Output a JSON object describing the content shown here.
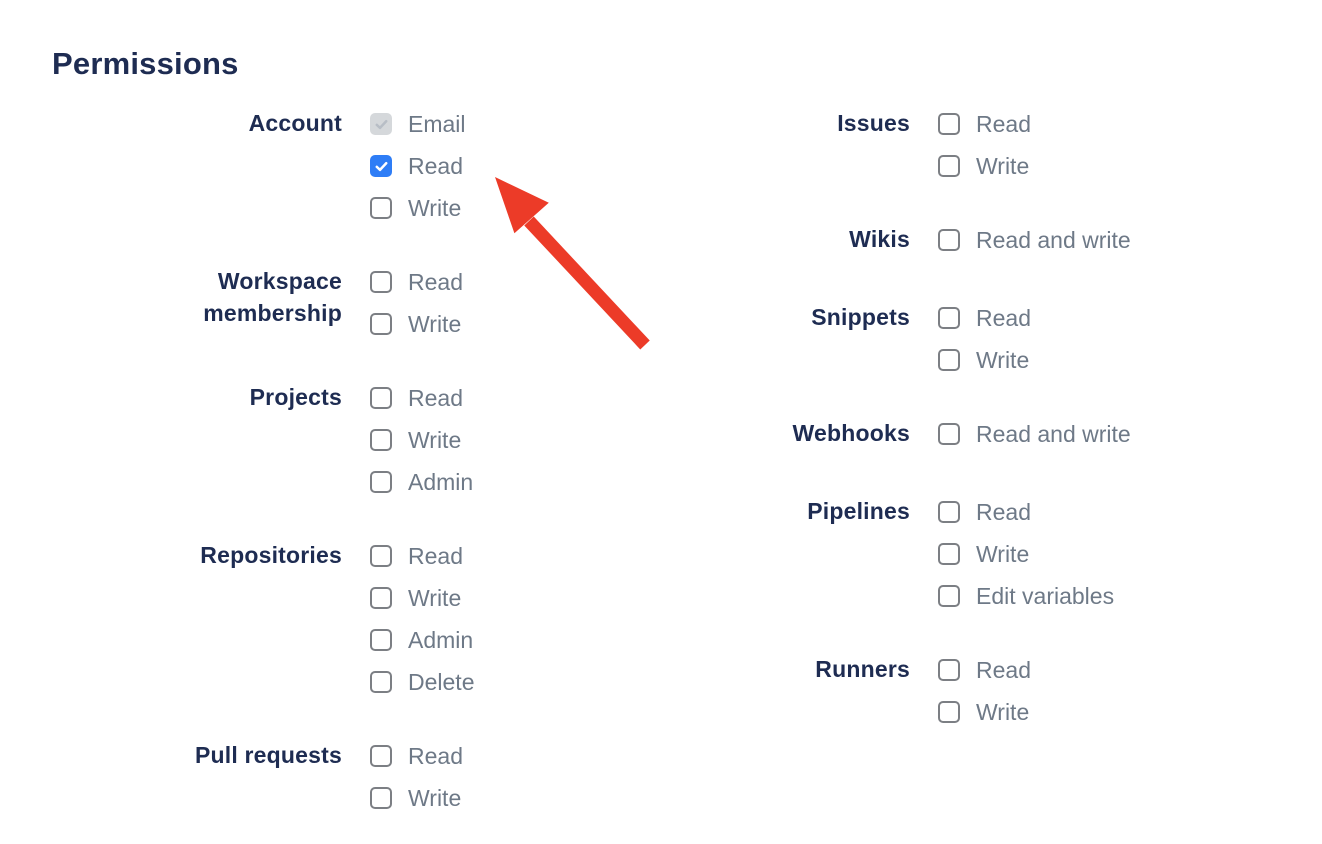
{
  "page_title": "Permissions",
  "theme": {
    "heading_color": "#1e2c52",
    "option_label_color": "#6e7987",
    "checkbox_border_color": "#7c7f84",
    "checkbox_checked_color": "#2e7df6",
    "checkbox_disabled_bg": "#d5d8db",
    "checkbox_disabled_check": "#b8bec6",
    "arrow_color": "#ec3b28"
  },
  "columns": [
    {
      "name": "left",
      "groups": [
        {
          "label": "Account",
          "options": [
            {
              "label": "Email",
              "state": "checked-disabled"
            },
            {
              "label": "Read",
              "state": "checked"
            },
            {
              "label": "Write",
              "state": "unchecked"
            }
          ]
        },
        {
          "label": "Workspace membership",
          "options": [
            {
              "label": "Read",
              "state": "unchecked"
            },
            {
              "label": "Write",
              "state": "unchecked"
            }
          ]
        },
        {
          "label": "Projects",
          "options": [
            {
              "label": "Read",
              "state": "unchecked"
            },
            {
              "label": "Write",
              "state": "unchecked"
            },
            {
              "label": "Admin",
              "state": "unchecked"
            }
          ]
        },
        {
          "label": "Repositories",
          "options": [
            {
              "label": "Read",
              "state": "unchecked"
            },
            {
              "label": "Write",
              "state": "unchecked"
            },
            {
              "label": "Admin",
              "state": "unchecked"
            },
            {
              "label": "Delete",
              "state": "unchecked"
            }
          ]
        },
        {
          "label": "Pull requests",
          "options": [
            {
              "label": "Read",
              "state": "unchecked"
            },
            {
              "label": "Write",
              "state": "unchecked"
            }
          ]
        }
      ]
    },
    {
      "name": "right",
      "groups": [
        {
          "label": "Issues",
          "options": [
            {
              "label": "Read",
              "state": "unchecked"
            },
            {
              "label": "Write",
              "state": "unchecked"
            }
          ]
        },
        {
          "label": "Wikis",
          "options": [
            {
              "label": "Read and write",
              "state": "unchecked"
            }
          ]
        },
        {
          "label": "Snippets",
          "options": [
            {
              "label": "Read",
              "state": "unchecked"
            },
            {
              "label": "Write",
              "state": "unchecked"
            }
          ]
        },
        {
          "label": "Webhooks",
          "options": [
            {
              "label": "Read and write",
              "state": "unchecked"
            }
          ]
        },
        {
          "label": "Pipelines",
          "options": [
            {
              "label": "Read",
              "state": "unchecked"
            },
            {
              "label": "Write",
              "state": "unchecked"
            },
            {
              "label": "Edit variables",
              "state": "unchecked"
            }
          ]
        },
        {
          "label": "Runners",
          "options": [
            {
              "label": "Read",
              "state": "unchecked"
            },
            {
              "label": "Write",
              "state": "unchecked"
            }
          ]
        }
      ]
    }
  ],
  "annotation": {
    "type": "arrow",
    "color": "#ec3b28",
    "points_at": "Account Read checkbox"
  }
}
